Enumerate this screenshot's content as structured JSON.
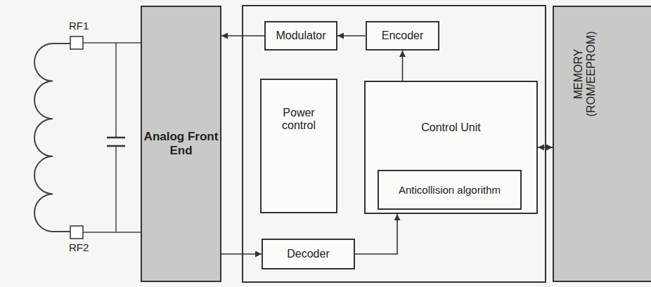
{
  "diagram": {
    "nodes": [
      {
        "text": [
          "Analog Front End"
        ]
      },
      {
        "text": [
          "Modulator"
        ]
      },
      {
        "text": [
          "Encoder"
        ]
      },
      {
        "text": [
          "Power control"
        ]
      },
      {
        "text": [
          "Control Unit"
        ]
      },
      {
        "text": [
          "Anticollision algorithm"
        ],
        "in": 4
      },
      {
        "text": [
          "Decoder"
        ]
      },
      {
        "text": [
          "MEMORY (ROM/EEPROM)"
        ]
      }
    ],
    "edges": [
      {
        "from": 2,
        "to": 1,
        "arrow": "to"
      },
      {
        "from": 1,
        "to": 0,
        "arrow": "to"
      },
      {
        "from": 4,
        "to": 2,
        "arrow": "to"
      },
      {
        "from": 0,
        "to": 6,
        "arrow": "to"
      },
      {
        "from": 6,
        "to": 4,
        "arrow": "to"
      },
      {
        "from": 4,
        "to": 7,
        "arrow": "both"
      }
    ],
    "labels": [
      "RF1",
      "RF2"
    ]
  }
}
